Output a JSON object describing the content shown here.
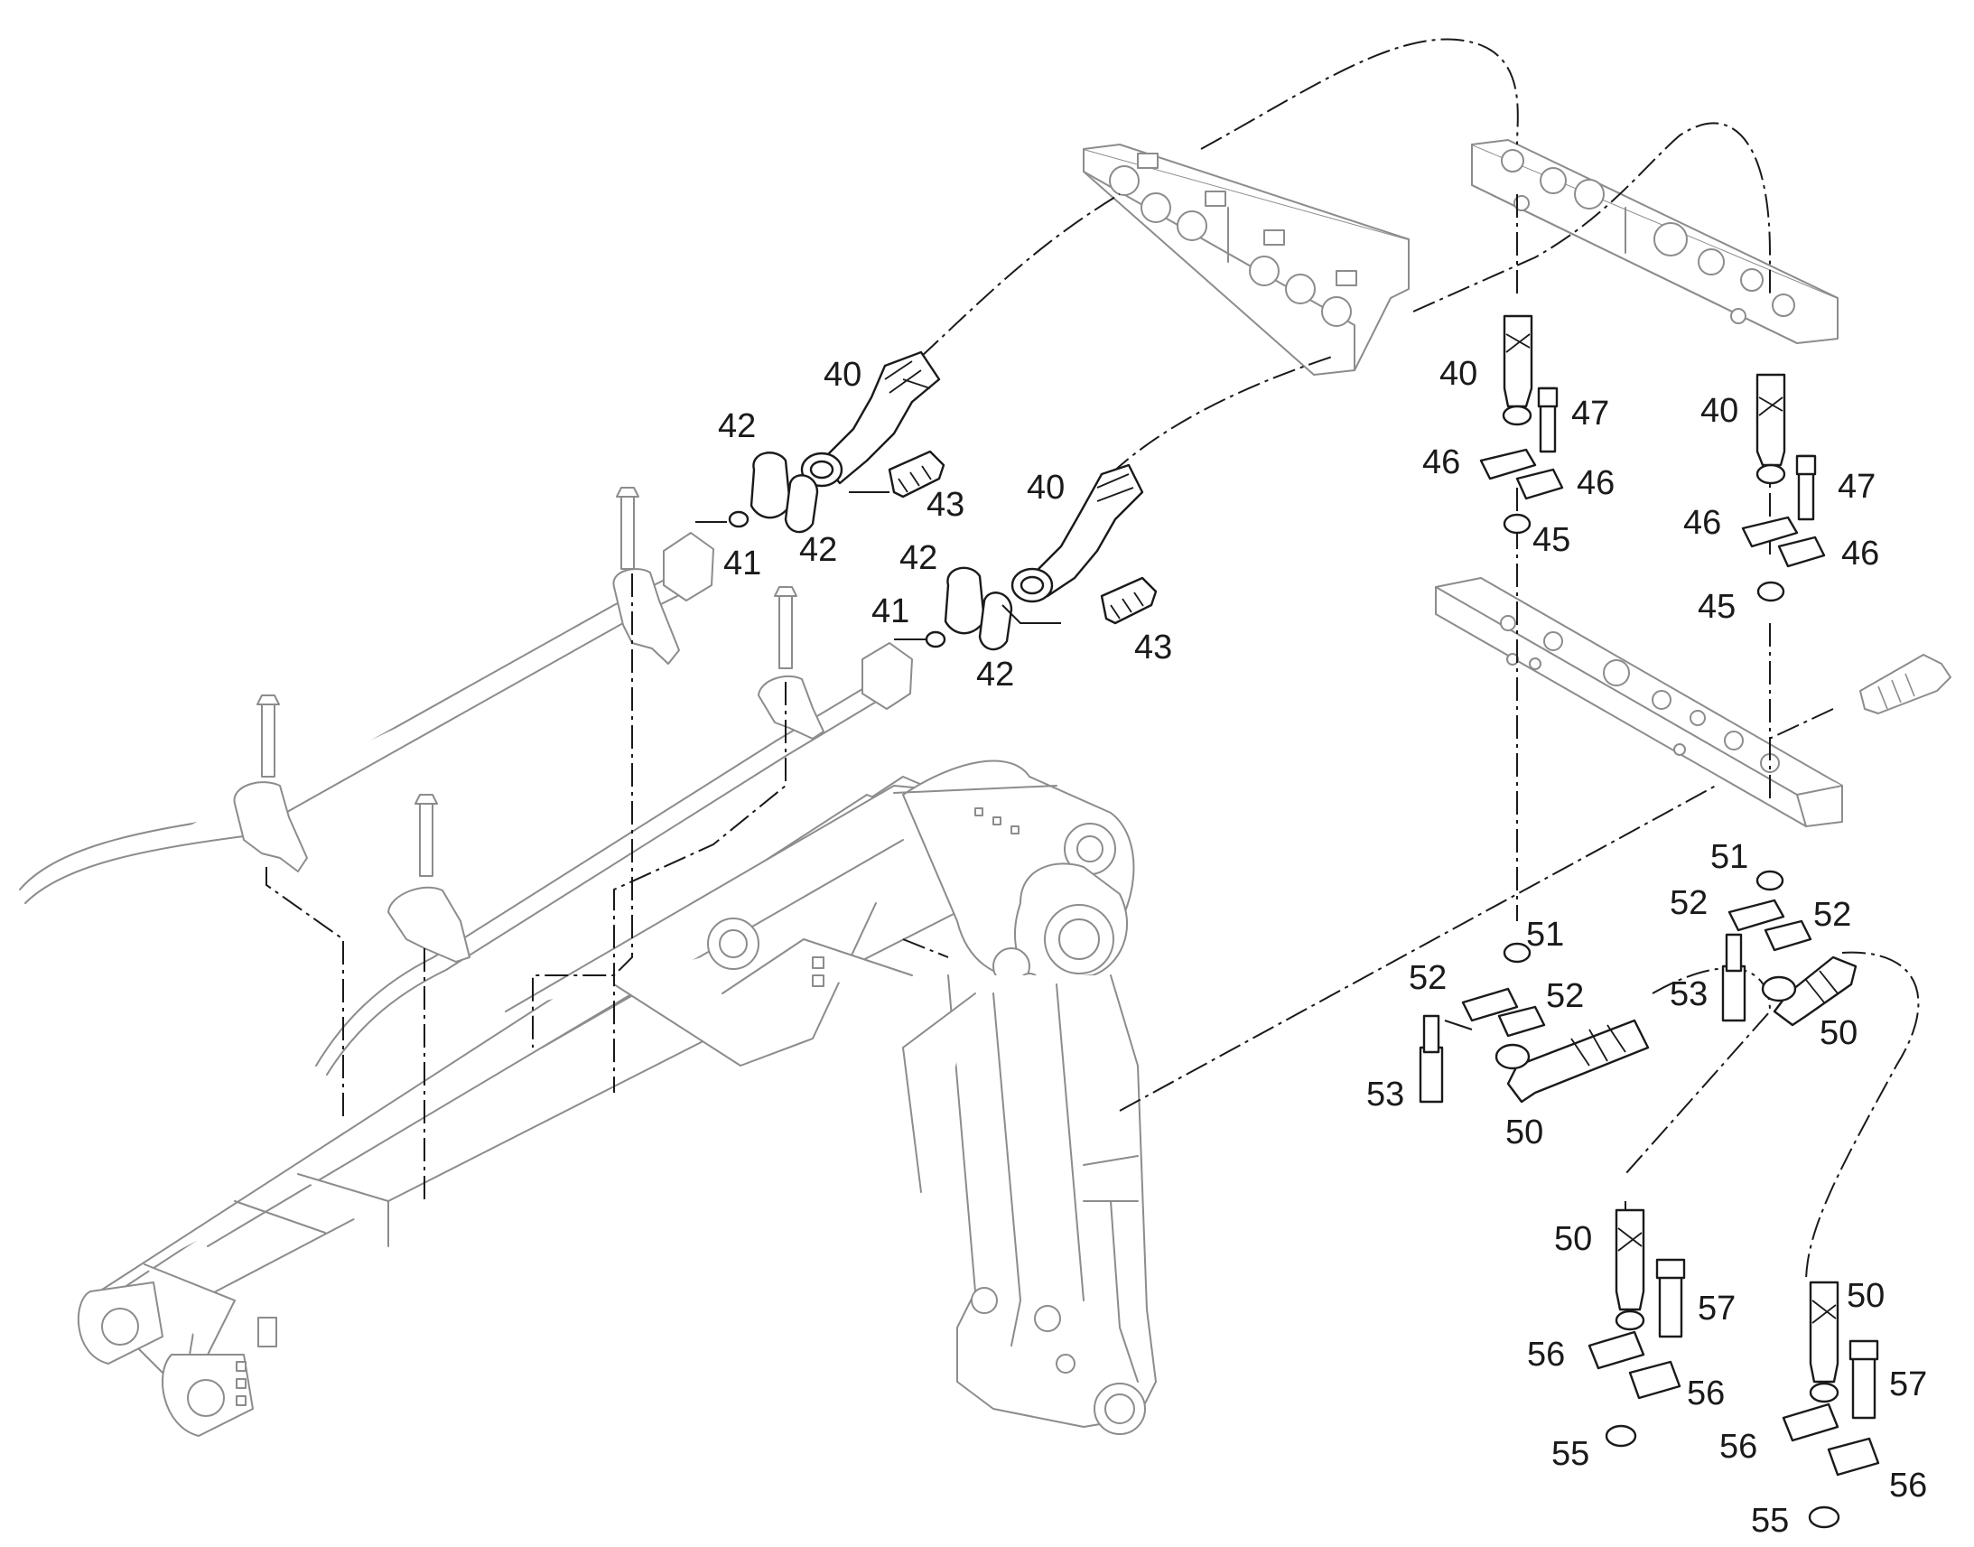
{
  "diagram": {
    "callouts": [
      {
        "id": "c40a",
        "text": "40"
      },
      {
        "id": "c42a",
        "text": "42"
      },
      {
        "id": "c43a",
        "text": "43"
      },
      {
        "id": "c41a",
        "text": "41"
      },
      {
        "id": "c42b",
        "text": "42"
      },
      {
        "id": "c40b",
        "text": "40"
      },
      {
        "id": "c42c",
        "text": "42"
      },
      {
        "id": "c41b",
        "text": "41"
      },
      {
        "id": "c42d",
        "text": "42"
      },
      {
        "id": "c43b",
        "text": "43"
      },
      {
        "id": "c40c",
        "text": "40"
      },
      {
        "id": "c47a",
        "text": "47"
      },
      {
        "id": "c46a",
        "text": "46"
      },
      {
        "id": "c46b",
        "text": "46"
      },
      {
        "id": "c45a",
        "text": "45"
      },
      {
        "id": "c40d",
        "text": "40"
      },
      {
        "id": "c47b",
        "text": "47"
      },
      {
        "id": "c46c",
        "text": "46"
      },
      {
        "id": "c46d",
        "text": "46"
      },
      {
        "id": "c45b",
        "text": "45"
      },
      {
        "id": "c51a",
        "text": "51"
      },
      {
        "id": "c52a",
        "text": "52"
      },
      {
        "id": "c52b",
        "text": "52"
      },
      {
        "id": "c53a",
        "text": "53"
      },
      {
        "id": "c50a",
        "text": "50"
      },
      {
        "id": "c51b",
        "text": "51"
      },
      {
        "id": "c52c",
        "text": "52"
      },
      {
        "id": "c52d",
        "text": "52"
      },
      {
        "id": "c53b",
        "text": "53"
      },
      {
        "id": "c50b",
        "text": "50"
      },
      {
        "id": "c50c",
        "text": "50"
      },
      {
        "id": "c57a",
        "text": "57"
      },
      {
        "id": "c56a",
        "text": "56"
      },
      {
        "id": "c56b",
        "text": "56"
      },
      {
        "id": "c55a",
        "text": "55"
      },
      {
        "id": "c50d",
        "text": "50"
      },
      {
        "id": "c57b",
        "text": "57"
      },
      {
        "id": "c56c",
        "text": "56"
      },
      {
        "id": "c56d",
        "text": "56"
      },
      {
        "id": "c55b",
        "text": "55"
      }
    ]
  }
}
